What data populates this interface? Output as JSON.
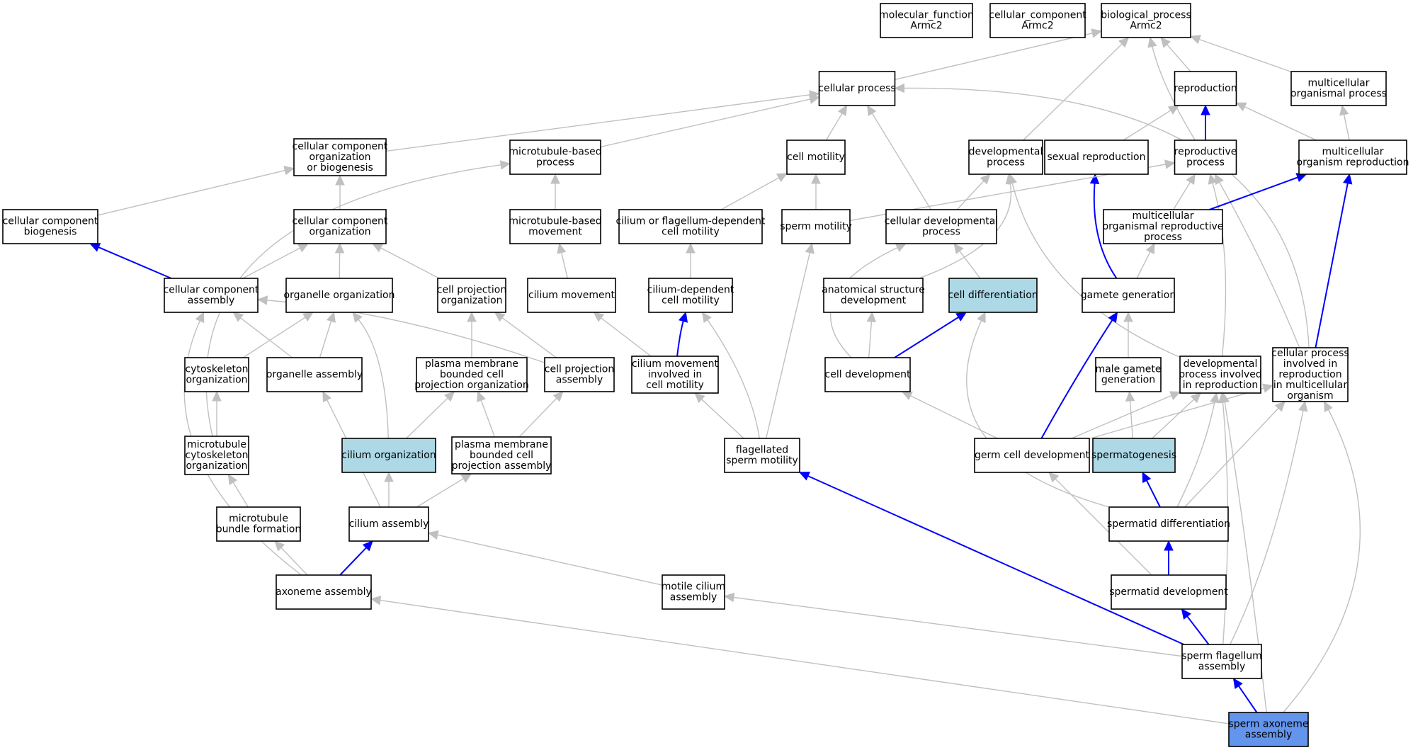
{
  "graph": {
    "colors": {
      "default_fill": "#ffffff",
      "highlight_fill": "#add8e6",
      "query_fill": "#6495ed",
      "is_a_edge": "#c0c0c0",
      "part_of_edge": "#0000ff"
    },
    "nodes": [
      {
        "id": "molecular_function",
        "lines": [
          "molecular_function",
          "Armc2"
        ],
        "style": "default"
      },
      {
        "id": "cellular_component",
        "lines": [
          "cellular_component",
          "Armc2"
        ],
        "style": "default"
      },
      {
        "id": "biological_process",
        "lines": [
          "biological_process",
          "Armc2"
        ],
        "style": "default"
      },
      {
        "id": "cellular-process",
        "lines": [
          "cellular process"
        ],
        "style": "default"
      },
      {
        "id": "reproduction",
        "lines": [
          "reproduction"
        ],
        "style": "default"
      },
      {
        "id": "multicellular-organismal-process",
        "lines": [
          "multicellular",
          "organismal process"
        ],
        "style": "default"
      },
      {
        "id": "ccob",
        "lines": [
          "cellular component",
          "organization",
          "or biogenesis"
        ],
        "style": "default"
      },
      {
        "id": "microtubule-based-process",
        "lines": [
          "microtubule-based",
          "process"
        ],
        "style": "default"
      },
      {
        "id": "cell-motility",
        "lines": [
          "cell motility"
        ],
        "style": "default"
      },
      {
        "id": "developmental-process",
        "lines": [
          "developmental",
          "process"
        ],
        "style": "default"
      },
      {
        "id": "sexual-reproduction",
        "lines": [
          "sexual reproduction"
        ],
        "style": "default"
      },
      {
        "id": "reproductive-process",
        "lines": [
          "reproductive",
          "process"
        ],
        "style": "default"
      },
      {
        "id": "multicellular-organism-reproduction",
        "lines": [
          "multicellular",
          "organism reproduction"
        ],
        "style": "default"
      },
      {
        "id": "cc-biogenesis",
        "lines": [
          "cellular component",
          "biogenesis"
        ],
        "style": "default"
      },
      {
        "id": "cc-organization",
        "lines": [
          "cellular component",
          "organization"
        ],
        "style": "default"
      },
      {
        "id": "microtubule-based-movement",
        "lines": [
          "microtubule-based",
          "movement"
        ],
        "style": "default"
      },
      {
        "id": "cilium-flagellum-motility",
        "lines": [
          "cilium or flagellum-dependent",
          "cell motility"
        ],
        "style": "default"
      },
      {
        "id": "sperm-motility",
        "lines": [
          "sperm motility"
        ],
        "style": "default"
      },
      {
        "id": "cellular-developmental-process",
        "lines": [
          "cellular developmental",
          "process"
        ],
        "style": "default"
      },
      {
        "id": "multicellular-organismal-reproductive-process",
        "lines": [
          "multicellular",
          "organismal reproductive",
          "process"
        ],
        "style": "default"
      },
      {
        "id": "cc-assembly",
        "lines": [
          "cellular component",
          "assembly"
        ],
        "style": "default"
      },
      {
        "id": "organelle-organization",
        "lines": [
          "organelle organization"
        ],
        "style": "default"
      },
      {
        "id": "cell-projection-organization",
        "lines": [
          "cell projection",
          "organization"
        ],
        "style": "default"
      },
      {
        "id": "cilium-movement",
        "lines": [
          "cilium movement"
        ],
        "style": "default"
      },
      {
        "id": "cilium-dependent-cell-motility",
        "lines": [
          "cilium-dependent",
          "cell motility"
        ],
        "style": "default"
      },
      {
        "id": "anatomical-structure-development",
        "lines": [
          "anatomical structure",
          "development"
        ],
        "style": "default"
      },
      {
        "id": "cell-differentiation",
        "lines": [
          "cell differentiation"
        ],
        "style": "highlight"
      },
      {
        "id": "gamete-generation",
        "lines": [
          "gamete generation"
        ],
        "style": "default"
      },
      {
        "id": "cytoskeleton-organization",
        "lines": [
          "cytoskeleton",
          "organization"
        ],
        "style": "default"
      },
      {
        "id": "organelle-assembly",
        "lines": [
          "organelle assembly"
        ],
        "style": "default"
      },
      {
        "id": "pmbcp-organization",
        "lines": [
          "plasma membrane",
          "bounded cell",
          "projection organization"
        ],
        "style": "default"
      },
      {
        "id": "cell-projection-assembly",
        "lines": [
          "cell projection",
          "assembly"
        ],
        "style": "default"
      },
      {
        "id": "cilium-movement-involved",
        "lines": [
          "cilium movement",
          "involved in",
          "cell motility"
        ],
        "style": "default"
      },
      {
        "id": "cell-development",
        "lines": [
          "cell development"
        ],
        "style": "default"
      },
      {
        "id": "male-gamete-generation",
        "lines": [
          "male gamete",
          "generation"
        ],
        "style": "default"
      },
      {
        "id": "dev-process-reproduction",
        "lines": [
          "developmental",
          "process involved",
          "in reproduction"
        ],
        "style": "default"
      },
      {
        "id": "cellular-process-reproduction",
        "lines": [
          "cellular process",
          "involved in",
          "reproduction",
          "in multicellular",
          "organism"
        ],
        "style": "default"
      },
      {
        "id": "microtubule-cytoskeleton-organization",
        "lines": [
          "microtubule",
          "cytoskeleton",
          "organization"
        ],
        "style": "default"
      },
      {
        "id": "cilium-organization",
        "lines": [
          "cilium organization"
        ],
        "style": "highlight"
      },
      {
        "id": "pmbcp-assembly",
        "lines": [
          "plasma membrane",
          "bounded cell",
          "projection assembly"
        ],
        "style": "default"
      },
      {
        "id": "flagellated-sperm-motility",
        "lines": [
          "flagellated",
          "sperm motility"
        ],
        "style": "default"
      },
      {
        "id": "germ-cell-development",
        "lines": [
          "germ cell development"
        ],
        "style": "default"
      },
      {
        "id": "spermatogenesis",
        "lines": [
          "spermatogenesis"
        ],
        "style": "highlight"
      },
      {
        "id": "microtubule-bundle-formation",
        "lines": [
          "microtubule",
          "bundle formation"
        ],
        "style": "default"
      },
      {
        "id": "cilium-assembly",
        "lines": [
          "cilium assembly"
        ],
        "style": "default"
      },
      {
        "id": "spermatid-differentiation",
        "lines": [
          "spermatid differentiation"
        ],
        "style": "default"
      },
      {
        "id": "axoneme-assembly",
        "lines": [
          "axoneme assembly"
        ],
        "style": "default"
      },
      {
        "id": "motile-cilium-assembly",
        "lines": [
          "motile cilium",
          "assembly"
        ],
        "style": "default"
      },
      {
        "id": "spermatid-development",
        "lines": [
          "spermatid development"
        ],
        "style": "default"
      },
      {
        "id": "sperm-flagellum-assembly",
        "lines": [
          "sperm flagellum",
          "assembly"
        ],
        "style": "default"
      },
      {
        "id": "sperm-axoneme-assembly",
        "lines": [
          "sperm axoneme",
          "assembly"
        ],
        "style": "query"
      }
    ],
    "edges": [
      {
        "from": "cellular-process",
        "to": "biological_process",
        "kind": "is_a"
      },
      {
        "from": "reproduction",
        "to": "biological_process",
        "kind": "is_a"
      },
      {
        "from": "multicellular-organismal-process",
        "to": "biological_process",
        "kind": "is_a"
      },
      {
        "from": "developmental-process",
        "to": "biological_process",
        "kind": "is_a"
      },
      {
        "from": "reproductive-process",
        "to": "biological_process",
        "kind": "is_a"
      },
      {
        "from": "ccob",
        "to": "cellular-process",
        "kind": "is_a"
      },
      {
        "from": "microtubule-based-process",
        "to": "cellular-process",
        "kind": "is_a"
      },
      {
        "from": "cell-motility",
        "to": "cellular-process",
        "kind": "is_a"
      },
      {
        "from": "cellular-developmental-process",
        "to": "cellular-process",
        "kind": "is_a"
      },
      {
        "from": "cellular-process-reproduction",
        "to": "cellular-process",
        "kind": "is_a"
      },
      {
        "from": "sexual-reproduction",
        "to": "reproduction",
        "kind": "is_a"
      },
      {
        "from": "reproductive-process",
        "to": "reproduction",
        "kind": "part_of"
      },
      {
        "from": "multicellular-organism-reproduction",
        "to": "reproduction",
        "kind": "is_a"
      },
      {
        "from": "multicellular-organism-reproduction",
        "to": "multicellular-organismal-process",
        "kind": "is_a"
      },
      {
        "from": "cc-biogenesis",
        "to": "ccob",
        "kind": "is_a"
      },
      {
        "from": "cc-organization",
        "to": "ccob",
        "kind": "is_a"
      },
      {
        "from": "microtubule-based-movement",
        "to": "microtubule-based-process",
        "kind": "is_a"
      },
      {
        "from": "microtubule-cytoskeleton-organization",
        "to": "microtubule-based-process",
        "kind": "is_a"
      },
      {
        "from": "cilium-flagellum-motility",
        "to": "cell-motility",
        "kind": "is_a"
      },
      {
        "from": "sperm-motility",
        "to": "cell-motility",
        "kind": "is_a"
      },
      {
        "from": "cellular-developmental-process",
        "to": "developmental-process",
        "kind": "is_a"
      },
      {
        "from": "anatomical-structure-development",
        "to": "developmental-process",
        "kind": "is_a"
      },
      {
        "from": "dev-process-reproduction",
        "to": "developmental-process",
        "kind": "is_a"
      },
      {
        "from": "gamete-generation",
        "to": "sexual-reproduction",
        "kind": "part_of"
      },
      {
        "from": "sperm-motility",
        "to": "reproductive-process",
        "kind": "is_a"
      },
      {
        "from": "multicellular-organismal-reproductive-process",
        "to": "reproductive-process",
        "kind": "is_a"
      },
      {
        "from": "dev-process-reproduction",
        "to": "reproductive-process",
        "kind": "is_a"
      },
      {
        "from": "cellular-process-reproduction",
        "to": "reproductive-process",
        "kind": "is_a"
      },
      {
        "from": "multicellular-organismal-reproductive-process",
        "to": "multicellular-organism-reproduction",
        "kind": "part_of"
      },
      {
        "from": "cellular-process-reproduction",
        "to": "multicellular-organism-reproduction",
        "kind": "part_of"
      },
      {
        "from": "cc-assembly",
        "to": "cc-biogenesis",
        "kind": "part_of"
      },
      {
        "from": "cc-assembly",
        "to": "cc-organization",
        "kind": "is_a"
      },
      {
        "from": "organelle-organization",
        "to": "cc-organization",
        "kind": "is_a"
      },
      {
        "from": "cell-projection-organization",
        "to": "cc-organization",
        "kind": "is_a"
      },
      {
        "from": "cilium-movement",
        "to": "microtubule-based-movement",
        "kind": "is_a"
      },
      {
        "from": "cilium-dependent-cell-motility",
        "to": "cilium-flagellum-motility",
        "kind": "is_a"
      },
      {
        "from": "flagellated-sperm-motility",
        "to": "sperm-motility",
        "kind": "is_a"
      },
      {
        "from": "cell-differentiation",
        "to": "cellular-developmental-process",
        "kind": "is_a"
      },
      {
        "from": "cell-development",
        "to": "cellular-developmental-process",
        "kind": "is_a"
      },
      {
        "from": "gamete-generation",
        "to": "multicellular-organismal-reproductive-process",
        "kind": "is_a"
      },
      {
        "from": "organelle-assembly",
        "to": "cc-assembly",
        "kind": "is_a"
      },
      {
        "from": "cell-projection-assembly",
        "to": "cc-assembly",
        "kind": "is_a"
      },
      {
        "from": "axoneme-assembly",
        "to": "cc-assembly",
        "kind": "is_a"
      },
      {
        "from": "cytoskeleton-organization",
        "to": "organelle-organization",
        "kind": "is_a"
      },
      {
        "from": "organelle-assembly",
        "to": "organelle-organization",
        "kind": "is_a"
      },
      {
        "from": "cilium-organization",
        "to": "organelle-organization",
        "kind": "is_a"
      },
      {
        "from": "pmbcp-organization",
        "to": "cell-projection-organization",
        "kind": "is_a"
      },
      {
        "from": "cell-projection-assembly",
        "to": "cell-projection-organization",
        "kind": "is_a"
      },
      {
        "from": "cilium-movement-involved",
        "to": "cilium-movement",
        "kind": "is_a"
      },
      {
        "from": "cilium-movement-involved",
        "to": "cilium-dependent-cell-motility",
        "kind": "part_of"
      },
      {
        "from": "flagellated-sperm-motility",
        "to": "cilium-dependent-cell-motility",
        "kind": "is_a"
      },
      {
        "from": "cell-development",
        "to": "anatomical-structure-development",
        "kind": "is_a"
      },
      {
        "from": "cell-development",
        "to": "cell-differentiation",
        "kind": "part_of"
      },
      {
        "from": "spermatid-differentiation",
        "to": "cell-differentiation",
        "kind": "is_a"
      },
      {
        "from": "male-gamete-generation",
        "to": "gamete-generation",
        "kind": "is_a"
      },
      {
        "from": "germ-cell-development",
        "to": "gamete-generation",
        "kind": "part_of"
      },
      {
        "from": "microtubule-cytoskeleton-organization",
        "to": "cytoskeleton-organization",
        "kind": "is_a"
      },
      {
        "from": "cilium-assembly",
        "to": "organelle-assembly",
        "kind": "is_a"
      },
      {
        "from": "cilium-organization",
        "to": "pmbcp-organization",
        "kind": "is_a"
      },
      {
        "from": "pmbcp-assembly",
        "to": "pmbcp-organization",
        "kind": "is_a"
      },
      {
        "from": "pmbcp-assembly",
        "to": "cell-projection-assembly",
        "kind": "is_a"
      },
      {
        "from": "flagellated-sperm-motility",
        "to": "cilium-movement-involved",
        "kind": "is_a"
      },
      {
        "from": "germ-cell-development",
        "to": "cell-development",
        "kind": "is_a"
      },
      {
        "from": "germ-cell-development",
        "to": "dev-process-reproduction",
        "kind": "is_a"
      },
      {
        "from": "spermatogenesis",
        "to": "dev-process-reproduction",
        "kind": "is_a"
      },
      {
        "from": "spermatid-differentiation",
        "to": "dev-process-reproduction",
        "kind": "is_a"
      },
      {
        "from": "sperm-flagellum-assembly",
        "to": "dev-process-reproduction",
        "kind": "is_a"
      },
      {
        "from": "sperm-axoneme-assembly",
        "to": "dev-process-reproduction",
        "kind": "is_a"
      },
      {
        "from": "germ-cell-development",
        "to": "cellular-process-reproduction",
        "kind": "is_a"
      },
      {
        "from": "spermatid-differentiation",
        "to": "cellular-process-reproduction",
        "kind": "is_a"
      },
      {
        "from": "sperm-flagellum-assembly",
        "to": "cellular-process-reproduction",
        "kind": "is_a"
      },
      {
        "from": "sperm-axoneme-assembly",
        "to": "cellular-process-reproduction",
        "kind": "is_a"
      },
      {
        "from": "spermatogenesis",
        "to": "male-gamete-generation",
        "kind": "is_a"
      },
      {
        "from": "microtubule-bundle-formation",
        "to": "microtubule-cytoskeleton-organization",
        "kind": "is_a"
      },
      {
        "from": "cilium-assembly",
        "to": "cilium-organization",
        "kind": "is_a"
      },
      {
        "from": "cilium-assembly",
        "to": "pmbcp-assembly",
        "kind": "is_a"
      },
      {
        "from": "sperm-flagellum-assembly",
        "to": "flagellated-sperm-motility",
        "kind": "part_of"
      },
      {
        "from": "spermatid-development",
        "to": "germ-cell-development",
        "kind": "is_a"
      },
      {
        "from": "spermatid-differentiation",
        "to": "spermatogenesis",
        "kind": "part_of"
      },
      {
        "from": "axoneme-assembly",
        "to": "microtubule-bundle-formation",
        "kind": "is_a"
      },
      {
        "from": "axoneme-assembly",
        "to": "cilium-assembly",
        "kind": "part_of"
      },
      {
        "from": "motile-cilium-assembly",
        "to": "cilium-assembly",
        "kind": "is_a"
      },
      {
        "from": "spermatid-development",
        "to": "spermatid-differentiation",
        "kind": "part_of"
      },
      {
        "from": "sperm-flagellum-assembly",
        "to": "motile-cilium-assembly",
        "kind": "is_a"
      },
      {
        "from": "sperm-flagellum-assembly",
        "to": "spermatid-development",
        "kind": "part_of"
      },
      {
        "from": "sperm-axoneme-assembly",
        "to": "axoneme-assembly",
        "kind": "is_a"
      },
      {
        "from": "sperm-axoneme-assembly",
        "to": "sperm-flagellum-assembly",
        "kind": "part_of"
      }
    ]
  }
}
